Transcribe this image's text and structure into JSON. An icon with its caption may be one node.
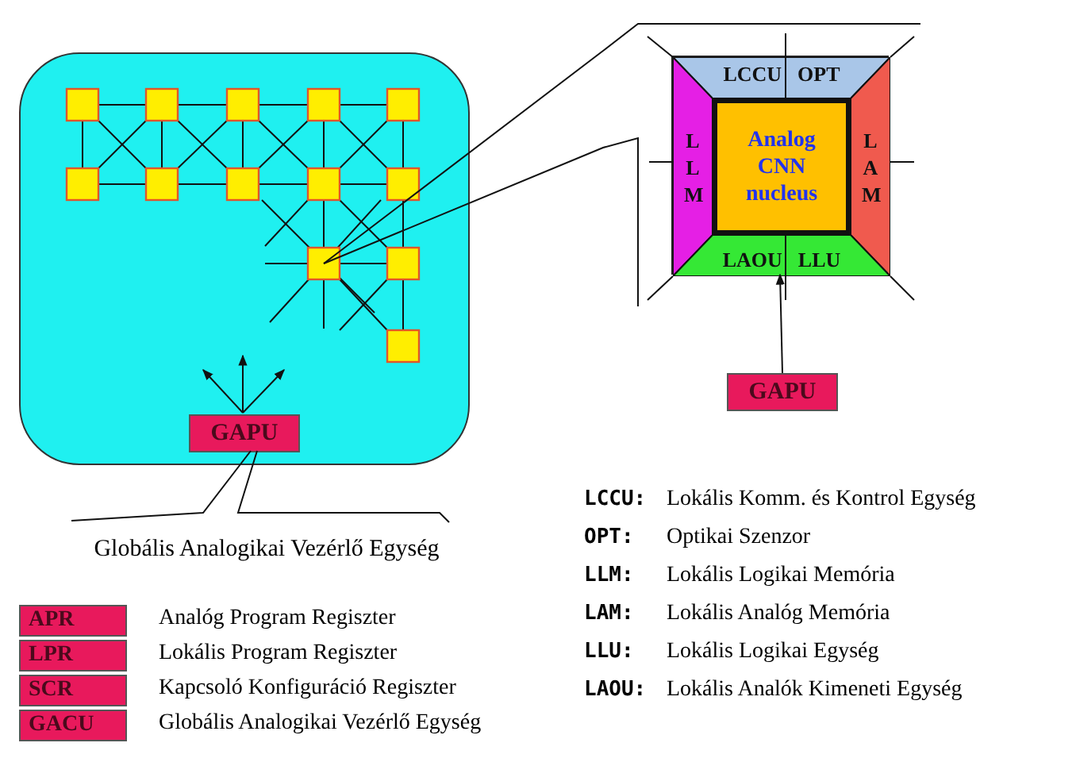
{
  "diagram": {
    "nodes": [
      {
        "text": [],
        "shape": "box"
      },
      {
        "text": [
          "GAPU"
        ],
        "in": 0
      },
      {
        "text": [
          "Globális Analogikai Vezérlő Egység"
        ]
      },
      {
        "text": [],
        "shape": "box"
      },
      {
        "text": [
          "LCCU",
          "OPT"
        ],
        "in": 3
      },
      {
        "text": [
          "L L M"
        ],
        "in": 3
      },
      {
        "text": [
          "Analog CNN nucleus"
        ],
        "in": 3
      },
      {
        "text": [
          "L A M"
        ],
        "in": 3
      },
      {
        "text": [
          "LAOU",
          "LLU"
        ],
        "in": 3
      },
      {
        "text": [
          "GAPU"
        ]
      }
    ],
    "edges": [
      {
        "from": 1,
        "to": null,
        "arrow": "to"
      },
      {
        "from": 1,
        "to": null,
        "arrow": "to"
      },
      {
        "from": 1,
        "to": null,
        "arrow": "to"
      },
      {
        "from": 2,
        "to": 1,
        "arrow": "none"
      },
      {
        "from": 9,
        "to": 3,
        "arrow": "to"
      }
    ],
    "labels": [
      "APR",
      "Analóg Program Regiszter",
      "LPR",
      "Lokális Program Regiszter",
      "SCR",
      "Kapcsoló Konfiguráció Regiszter",
      "GACU",
      "Globális Analogikai Vezérlő Egység",
      "LCCU:",
      "Lokális Komm. és Kontrol Egység",
      "OPT:",
      "Optikai Szenzor",
      "LLM:",
      "Lokális Logikai Memória",
      "LAM:",
      "Lokális Analóg Memória",
      "LLU:",
      "Lokális Logikai Egység",
      "LAOU:",
      "Lokális Analók Kimeneti Egység"
    ]
  }
}
